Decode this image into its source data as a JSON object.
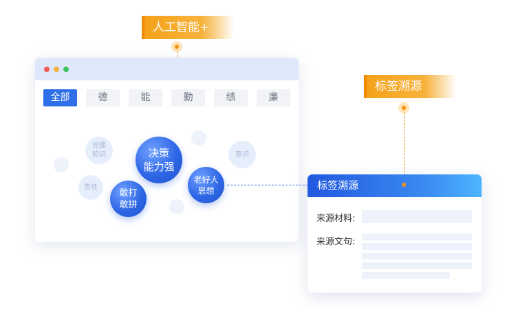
{
  "callouts": {
    "ai_plus": "人工智能+",
    "tag_trace": "标签溯源"
  },
  "window": {
    "traffic_lights": [
      "#f25a5a",
      "#f6b23c",
      "#3cc45f"
    ],
    "tabs": [
      {
        "label": "全部",
        "active": true
      },
      {
        "label": "德",
        "active": false
      },
      {
        "label": "能",
        "active": false
      },
      {
        "label": "勤",
        "active": false
      },
      {
        "label": "绩",
        "active": false
      },
      {
        "label": "廉",
        "active": false
      }
    ],
    "bubbles": {
      "decision": [
        "决策",
        "能力强"
      ],
      "daring": [
        "敢打",
        "敢拼"
      ],
      "good_person": [
        "老好人",
        "思想"
      ],
      "party": [
        "党建",
        "知识"
      ],
      "awareness": "意识",
      "responsibility": "责任"
    }
  },
  "card": {
    "title": "标签溯源",
    "source_material_label": "来源材料:",
    "source_sentence_label": "来源文句:"
  },
  "colors": {
    "accent_blue": "#2f6fe8",
    "accent_orange": "#f29010"
  }
}
